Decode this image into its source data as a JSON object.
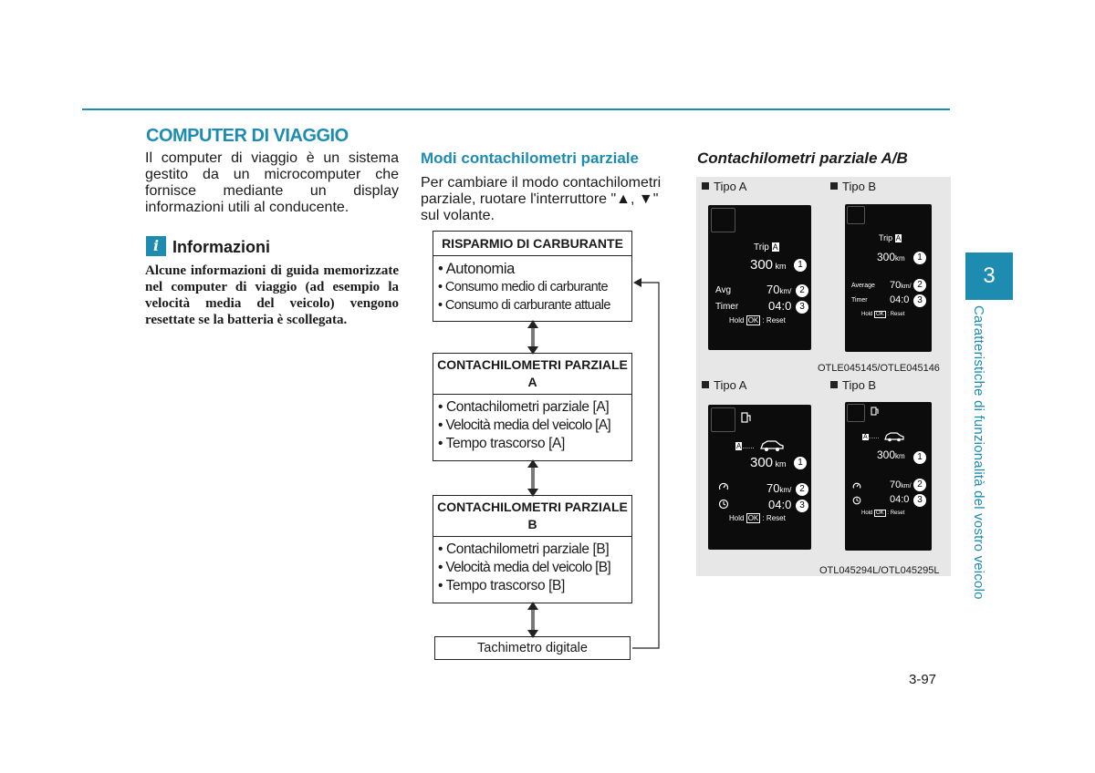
{
  "left": {
    "title": "COMPUTER DI VIAGGIO",
    "intro": "Il computer di viaggio è un sistema gestito da un microcomputer che fornisce mediante un display informazioni utili al conducente.",
    "info_icon": "i",
    "info_title": "Informazioni",
    "info_body": "Alcune informazioni di guida memorizzate nel computer di viaggio (ad esempio la velocità media del veicolo) vengono resettate se la batteria è scollegata."
  },
  "middle": {
    "title": "Modi contachilometri parziale",
    "body": "Per cambiare il modo contachilometri parziale, ruotare l'interruttore \"▲, ▼\" sul volante.",
    "boxes": [
      {
        "header": "RISPARMIO DI CARBURANTE",
        "items": [
          "Autonomia",
          "Consumo medio di carburante",
          "Consumo di carburante attuale"
        ]
      },
      {
        "header": "CONTACHILOMETRI PARZIALE A",
        "items": [
          "Contachilometri parziale [A]",
          "Velocità media del veicolo [A]",
          "Tempo trascorso [A]"
        ]
      },
      {
        "header": "CONTACHILOMETRI PARZIALE B",
        "items": [
          "Contachilometri parziale [B]",
          "Velocità media del veicolo [B]",
          "Tempo trascorso [B]"
        ]
      }
    ],
    "last_box": "Tachimetro digitale"
  },
  "right": {
    "title": "Contachilometri parziale A/B",
    "tipo_a": "Tipo A",
    "tipo_b": "Tipo B",
    "code_top": "OTLE045145/OTLE045146",
    "code_bottom": "OTL045294L/OTL045295L",
    "trip": "Trip",
    "trip_a": "A",
    "distance": "300",
    "km": "km",
    "avg": "Avg",
    "average": "Average",
    "timer": "Timer",
    "speed": "70",
    "speed_unit": "km/",
    "time": "04:0",
    "hold": "Hold",
    "ok": "OK",
    "reset": ": Reset",
    "n1": "1",
    "n2": "2",
    "n3": "3",
    "car_a": "A",
    "car_dots": "......"
  },
  "side": {
    "chapter": "3",
    "vertical": "Caratteristiche di funzionalità del vostro veicolo"
  },
  "page_number": "3-97",
  "colors": {
    "accent": "#1e8bb0",
    "screen": "#0c0c0c",
    "panel": "#e7e7e7"
  }
}
